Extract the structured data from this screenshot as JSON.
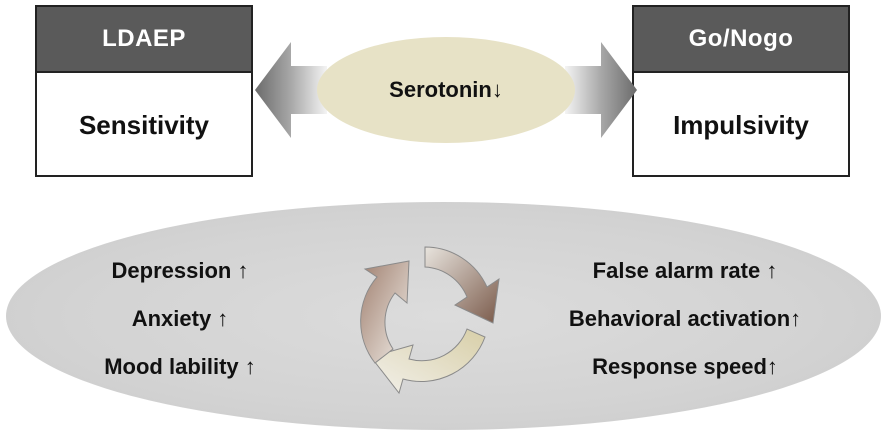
{
  "left_box": {
    "header": "LDAEP",
    "body": "Sensitivity"
  },
  "right_box": {
    "header": "Go/Nogo",
    "body": "Impulsivity"
  },
  "center_label": "Serotonin↓",
  "left_list": [
    {
      "text": "Depression ↑"
    },
    {
      "text": "Anxiety ↑"
    },
    {
      "text": "Mood lability ↑"
    }
  ],
  "right_list": [
    {
      "text": "False alarm rate ↑"
    },
    {
      "text": "Behavioral activation↑"
    },
    {
      "text": "Response speed↑"
    }
  ],
  "colors": {
    "header_bg": "#5a5a5a",
    "ellipse_top": "#e7e2c6",
    "ellipse_bottom": "#d3d3d3"
  },
  "icons": {
    "cycle": "recycle-arrows-icon",
    "arrows": "left-right-arrow-icons"
  }
}
